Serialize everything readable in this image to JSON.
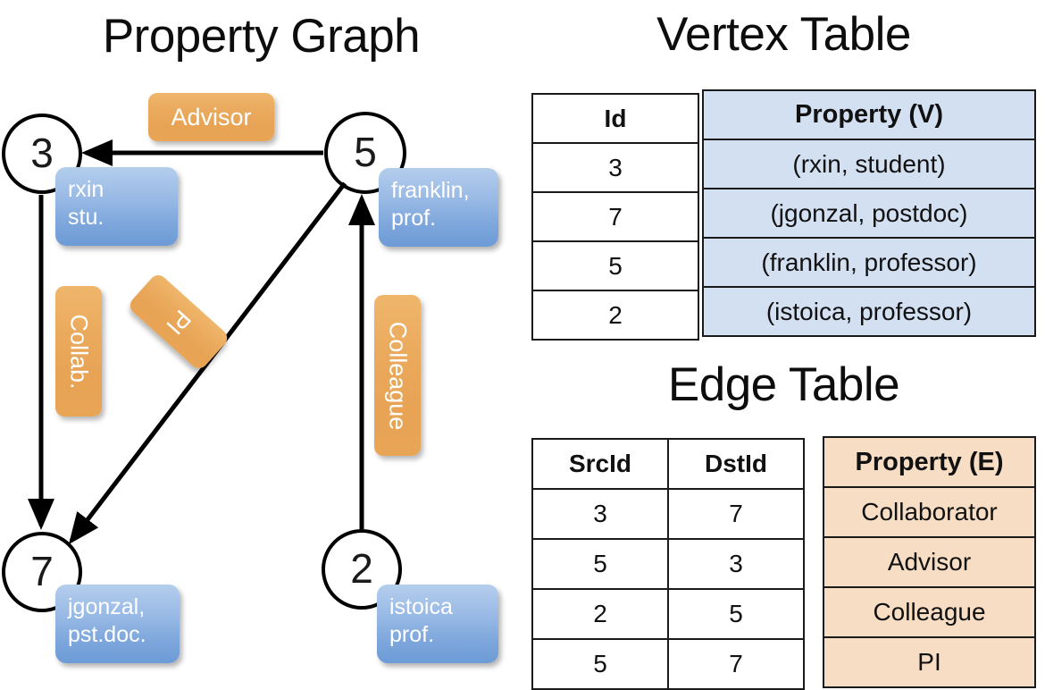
{
  "titles": {
    "property_graph": "Property Graph",
    "vertex_table": "Vertex Table",
    "edge_table": "Edge Table"
  },
  "graph": {
    "nodes": [
      {
        "id": "3",
        "property_line1": "rxin",
        "property_line2": "stu."
      },
      {
        "id": "5",
        "property_line1": "franklin,",
        "property_line2": "prof."
      },
      {
        "id": "7",
        "property_line1": "jgonzal,",
        "property_line2": "pst.doc."
      },
      {
        "id": "2",
        "property_line1": "istoica",
        "property_line2": "prof."
      }
    ],
    "edge_labels": [
      {
        "text": "Advisor"
      },
      {
        "text": "Collab."
      },
      {
        "text": "PI"
      },
      {
        "text": "Colleague"
      }
    ]
  },
  "vertex_table": {
    "headers": [
      "Id",
      "Property (V)"
    ],
    "rows": [
      {
        "id": "3",
        "property": "(rxin, student)"
      },
      {
        "id": "7",
        "property": "(jgonzal, postdoc)"
      },
      {
        "id": "5",
        "property": "(franklin, professor)"
      },
      {
        "id": "2",
        "property": "(istoica, professor)"
      }
    ]
  },
  "edge_table": {
    "headers": [
      "SrcId",
      "DstId",
      "Property (E)"
    ],
    "rows": [
      {
        "src": "3",
        "dst": "7",
        "property": "Collaborator"
      },
      {
        "src": "5",
        "dst": "3",
        "property": "Advisor"
      },
      {
        "src": "2",
        "dst": "5",
        "property": "Colleague"
      },
      {
        "src": "5",
        "dst": "7",
        "property": "PI"
      }
    ]
  },
  "colors": {
    "vertex_property_fill": "#d3e0f2",
    "edge_property_fill": "#f6ddc3",
    "node_box_blue": "#7ba5db",
    "edge_label_orange": "#eaa95c",
    "stroke": "#000000"
  }
}
